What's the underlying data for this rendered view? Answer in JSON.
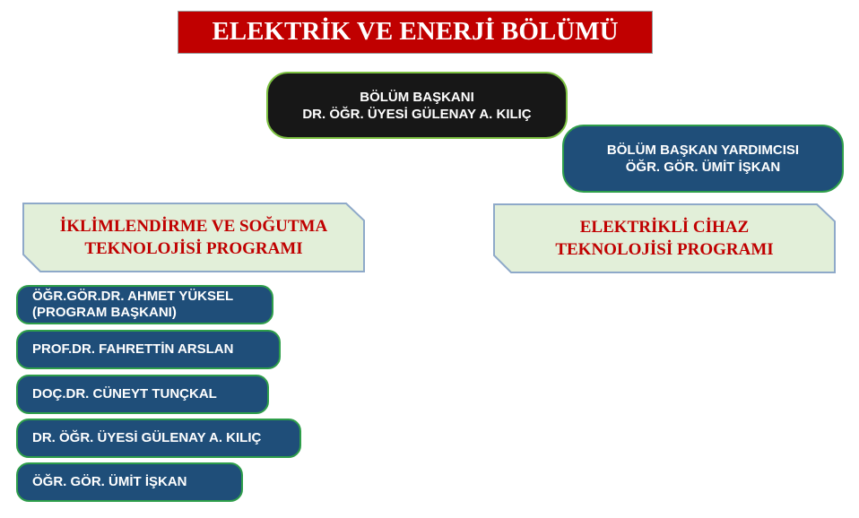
{
  "title": "ELEKTRİK VE ENERJİ BÖLÜMÜ",
  "head": {
    "role": "BÖLÜM BAŞKANI",
    "name": "DR. ÖĞR. ÜYESİ GÜLENAY A. KILIÇ"
  },
  "deputy": {
    "role": "BÖLÜM BAŞKAN YARDIMCISI",
    "name": "ÖĞR. GÖR. ÜMİT İŞKAN"
  },
  "programs": [
    {
      "line1": "İKLİMLENDİRME VE SOĞUTMA",
      "line2": "TEKNOLOJİSİ PROGRAMI"
    },
    {
      "line1": "ELEKTRİKLİ CİHAZ",
      "line2": "TEKNOLOJİSİ PROGRAMI"
    }
  ],
  "members": [
    {
      "line1": "ÖĞR.GÖR.DR. AHMET YÜKSEL",
      "line2": "(PROGRAM BAŞKANI)"
    },
    {
      "line1": "PROF.DR. FAHRETTİN ARSLAN"
    },
    {
      "line1": "DOÇ.DR. CÜNEYT TUNÇKAL"
    },
    {
      "line1": "DR. ÖĞR. ÜYESİ GÜLENAY A. KILIÇ"
    },
    {
      "line1": "ÖĞR. GÖR. ÜMİT İŞKAN"
    }
  ],
  "colors": {
    "title_bg": "#C00000",
    "head_bg": "#171717",
    "box_bg": "#1F4E79",
    "program_bg": "#E2EFD9",
    "program_text": "#C00000"
  }
}
